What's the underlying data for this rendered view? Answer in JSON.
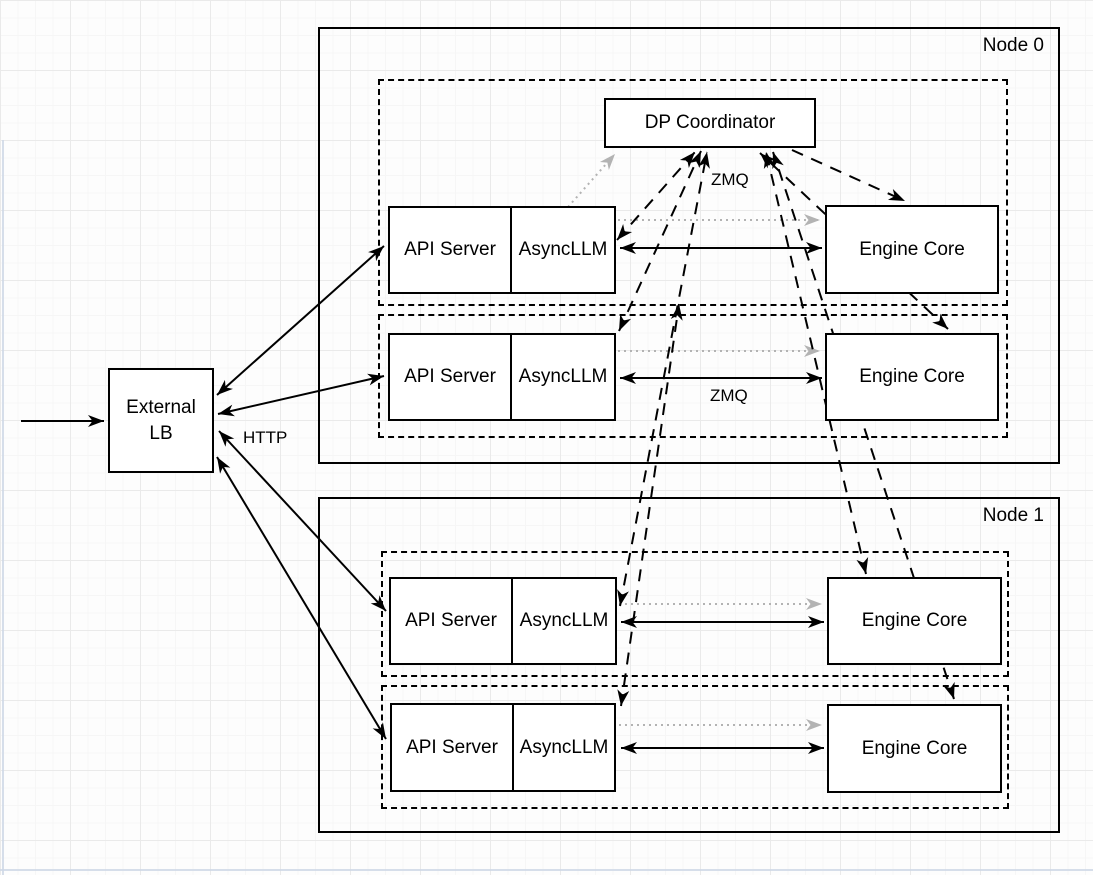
{
  "diagram": {
    "external_lb": {
      "line1": "External",
      "line2": "LB"
    },
    "coordinator_label": "DP Coordinator",
    "labels": {
      "http": "HTTP",
      "zmq_row1": "ZMQ",
      "zmq_row2": "ZMQ"
    },
    "nodes": [
      {
        "label": "Node 0",
        "rows": [
          {
            "api_server": "API Server",
            "asyncllm": "AsyncLLM",
            "engine_core": "Engine Core"
          },
          {
            "api_server": "API Server",
            "asyncllm": "AsyncLLM",
            "engine_core": "Engine Core"
          }
        ]
      },
      {
        "label": "Node 1",
        "rows": [
          {
            "api_server": "API Server",
            "asyncllm": "AsyncLLM",
            "engine_core": "Engine Core"
          },
          {
            "api_server": "API Server",
            "asyncllm": "AsyncLLM",
            "engine_core": "Engine Core"
          }
        ]
      }
    ],
    "colors": {
      "stroke": "#000000",
      "dotted_gray": "#b3b3b3",
      "background": "#ffffff"
    }
  }
}
